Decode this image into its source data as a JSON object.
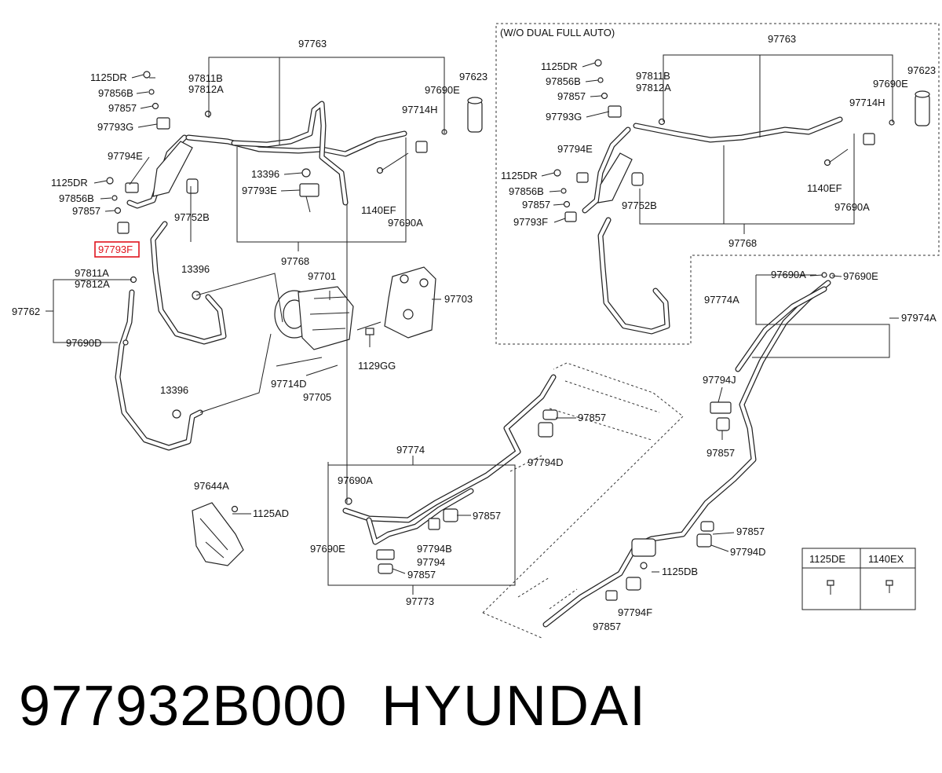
{
  "note": "(W/O DUAL FULL AUTO)",
  "highlight_label": "97793F",
  "labels": {
    "l_97763_main": "97763",
    "l_1125DR_a": "1125DR",
    "l_97856B_a": "97856B",
    "l_97857_a": "97857",
    "l_97793G_a": "97793G",
    "l_97811B_a": "97811B",
    "l_97812A_a": "97812A",
    "l_97690E_a": "97690E",
    "l_97623_a": "97623",
    "l_97714H_a": "97714H",
    "l_97794E_a": "97794E",
    "l_13396_a": "13396",
    "l_97793E": "97793E",
    "l_1125DR_b": "1125DR",
    "l_97856B_b": "97856B",
    "l_97857_b": "97857",
    "l_97752B_a": "97752B",
    "l_1140EF_a": "1140EF",
    "l_97690A_a": "97690A",
    "l_97768_a": "97768",
    "l_97811A": "97811A",
    "l_97812A_b": "97812A",
    "l_13396_b": "13396",
    "l_97701": "97701",
    "l_97703": "97703",
    "l_97762": "97762",
    "l_97690D": "97690D",
    "l_1129GG": "1129GG",
    "l_97714D": "97714D",
    "l_97705": "97705",
    "l_13396_c": "13396",
    "l_97763_b": "97763",
    "l_1125DR_c": "1125DR",
    "l_97856B_c": "97856B",
    "l_97857_c": "97857",
    "l_97793G_b": "97793G",
    "l_97811B_b": "97811B",
    "l_97812A_c": "97812A",
    "l_97690E_b": "97690E",
    "l_97623_b": "97623",
    "l_97714H_b": "97714H",
    "l_97794E_b": "97794E",
    "l_1125DR_d": "1125DR",
    "l_97856B_d": "97856B",
    "l_97857_d": "97857",
    "l_97793F_b": "97793F",
    "l_97752B_b": "97752B",
    "l_1140EF_b": "1140EF",
    "l_97690A_b": "97690A",
    "l_97768_b": "97768",
    "l_97690A_c": "97690A",
    "l_97690E_c": "97690E",
    "l_97774A": "97774A",
    "l_97974A": "97974A",
    "l_97794J": "97794J",
    "l_97857_e": "97857",
    "l_97857_f": "97857",
    "l_97794D_a": "97794D",
    "l_97774": "97774",
    "l_97690A_d": "97690A",
    "l_97857_g": "97857",
    "l_97690E_d": "97690E",
    "l_97794B": "97794B",
    "l_97794": "97794",
    "l_97857_h": "97857",
    "l_97773": "97773",
    "l_97644A": "97644A",
    "l_1125AD": "1125AD",
    "l_97857_i": "97857",
    "l_97794D_b": "97794D",
    "l_1125DB": "1125DB",
    "l_97794F": "97794F",
    "l_97857_j": "97857"
  },
  "fastener_table": {
    "col1": "1125DE",
    "col2": "1140EX"
  },
  "part_number": "977932B000",
  "brand": "HYUNDAI",
  "colors": {
    "highlight": "#e0141e",
    "line": "#222222"
  }
}
